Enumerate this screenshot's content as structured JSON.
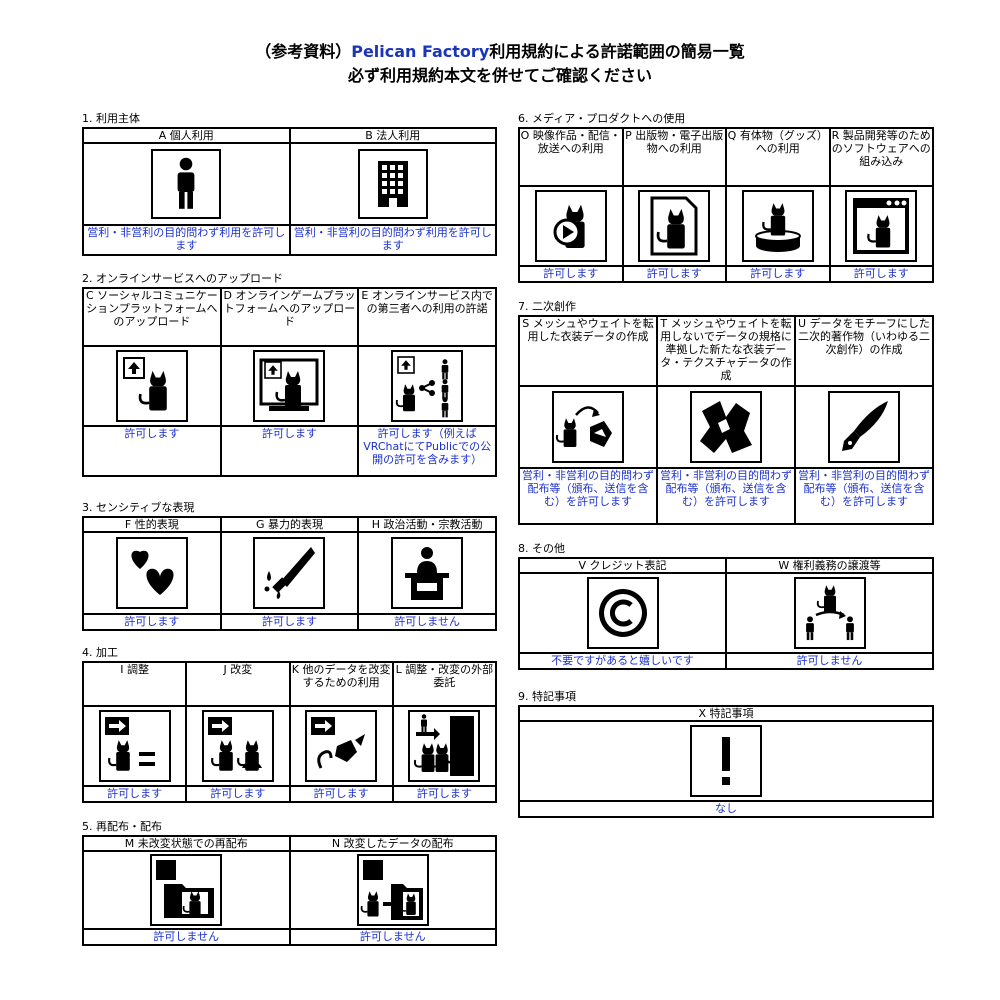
{
  "header": {
    "line1_prefix": "（参考資料）",
    "line1_brand": "Pelican Factory",
    "line1_suffix": "利用規約による許諾範囲の簡易一覧",
    "line2": "必ず利用規約本文を併せてご確認ください"
  },
  "sections": {
    "s1": {
      "title": "1. 利用主体",
      "items": [
        {
          "label": "A 個人利用",
          "icon": "person-icon",
          "permission": "営利・非営利の目的問わず利用を許可します"
        },
        {
          "label": "B 法人利用",
          "icon": "building-icon",
          "permission": "営利・非営利の目的問わず利用を許可します"
        }
      ]
    },
    "s2": {
      "title": "2. オンラインサービスへのアップロード",
      "items": [
        {
          "label": "C ソーシャルコミュニケーションプラットフォームへのアップロード",
          "icon": "social-upload-icon",
          "permission": "許可します"
        },
        {
          "label": "D オンラインゲームプラットフォームへのアップロード",
          "icon": "game-upload-icon",
          "permission": "許可します"
        },
        {
          "label": "E オンラインサービス内での第三者への利用の許諾",
          "icon": "share-third-party-icon",
          "permission": "許可します（例えばVRChatにてPublicでの公開の許可を含みます）"
        }
      ]
    },
    "s3": {
      "title": "3. センシティブな表現",
      "items": [
        {
          "label": "F 性的表現",
          "icon": "hearts-icon",
          "permission": "許可します"
        },
        {
          "label": "G 暴力的表現",
          "icon": "knife-icon",
          "permission": "許可します"
        },
        {
          "label": "H 政治活動・宗教活動",
          "icon": "podium-icon",
          "permission": "許可しません"
        }
      ]
    },
    "s4": {
      "title": "4. 加工",
      "items": [
        {
          "label": "I 調整",
          "icon": "adjust-icon",
          "permission": "許可します"
        },
        {
          "label": "J 改変",
          "icon": "modify-icon",
          "permission": "許可します"
        },
        {
          "label": "K 他のデータを改変するための利用",
          "icon": "modify-other-icon",
          "permission": "許可します"
        },
        {
          "label": "L 調整・改変の外部委託",
          "icon": "outsource-icon",
          "permission": "許可します"
        }
      ]
    },
    "s5": {
      "title": "5. 再配布・配布",
      "items": [
        {
          "label": "M 未改変状態での再配布",
          "icon": "redistribute-icon",
          "permission": "許可しません"
        },
        {
          "label": "N 改変したデータの配布",
          "icon": "distribute-modified-icon",
          "permission": "許可しません"
        }
      ]
    },
    "s6": {
      "title": "6. メディア・プロダクトへの使用",
      "items": [
        {
          "label": "O 映像作品・配信・放送への利用",
          "icon": "video-icon",
          "permission": "許可します"
        },
        {
          "label": "P 出版物・電子出版物への利用",
          "icon": "publication-icon",
          "permission": "許可します"
        },
        {
          "label": "Q 有体物（グッズ）への利用",
          "icon": "goods-icon",
          "permission": "許可します"
        },
        {
          "label": "R 製品開発等のためのソフトウェアへの組み込み",
          "icon": "software-icon",
          "permission": "許可します"
        }
      ]
    },
    "s7": {
      "title": "7. 二次創作",
      "items": [
        {
          "label": "S メッシュやウェイトを転用した衣装データの作成",
          "icon": "mesh-transfer-icon",
          "permission": "営利・非営利の目的問わず配布等（頒布、送信を含む）を許可します"
        },
        {
          "label": "T メッシュやウェイトを転用しないでデータの規格に準拠した新たな衣装データ・テクスチャデータの作成",
          "icon": "new-costume-icon",
          "permission": "営利・非営利の目的問わず配布等（頒布、送信を含む）を許可します"
        },
        {
          "label": "U データをモチーフにした二次的著作物（いわゆる二次創作）の作成",
          "icon": "pen-nib-icon",
          "permission": "営利・非営利の目的問わず配布等（頒布、送信を含む）を許可します"
        }
      ]
    },
    "s8": {
      "title": "8. その他",
      "items": [
        {
          "label": "V クレジット表記",
          "icon": "copyright-icon",
          "permission": "不要ですがあると嬉しいです"
        },
        {
          "label": "W 権利義務の譲渡等",
          "icon": "transfer-rights-icon",
          "permission": "許可しません"
        }
      ]
    },
    "s9": {
      "title": "9. 特記事項",
      "items": [
        {
          "label": "X 特記事項",
          "icon": "exclamation-icon",
          "permission": "なし"
        }
      ]
    }
  },
  "colors": {
    "permission_text": "#1a2fd0",
    "brand": "#1a35b8"
  }
}
